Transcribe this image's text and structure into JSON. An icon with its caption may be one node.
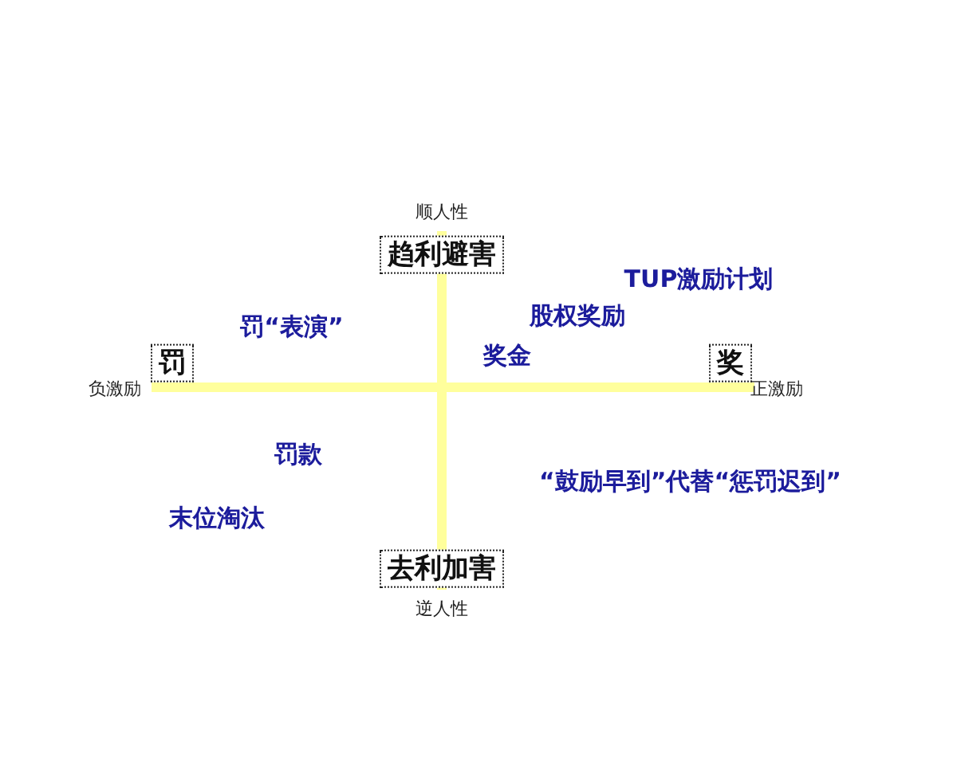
{
  "diagram": {
    "nodes": [
      {
        "text": [
          "趋利避害"
        ]
      },
      {
        "text": [
          "罚"
        ]
      },
      {
        "text": [
          "奖"
        ]
      },
      {
        "text": [
          "去利加害"
        ]
      }
    ],
    "labels": [
      "顺人性",
      "TUP激励计划",
      "股权奖励",
      "罚“表演”",
      "奖金",
      "负激励",
      "正激励",
      "罚款",
      "“鼓励早到”代替“惩罚迟到”",
      "末位淘汰",
      "逆人性"
    ]
  }
}
